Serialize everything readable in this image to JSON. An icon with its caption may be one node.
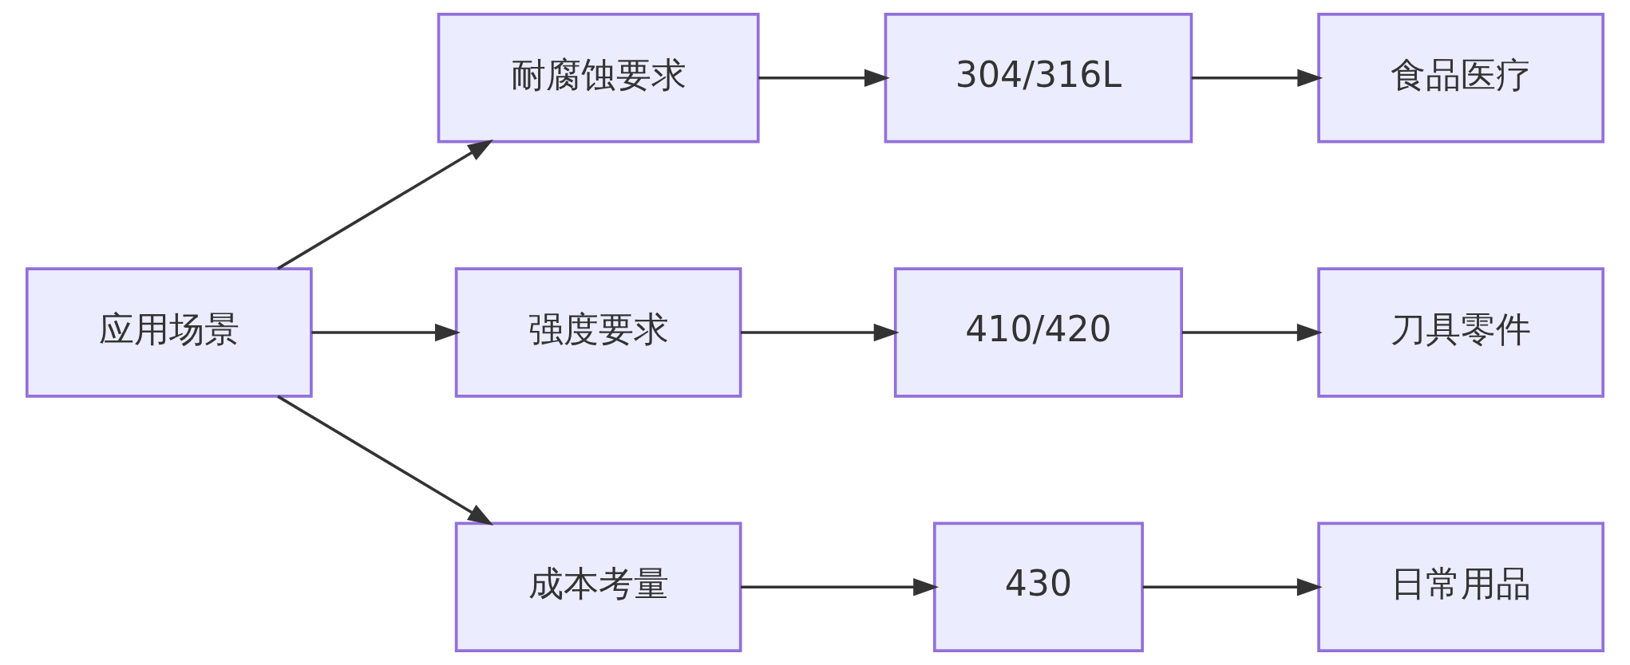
{
  "diagram": {
    "nodes": [
      {
        "text": [
          "应用场景"
        ]
      },
      {
        "text": [
          "耐腐蚀要求"
        ]
      },
      {
        "text": [
          "强度要求"
        ]
      },
      {
        "text": [
          "成本考量"
        ]
      },
      {
        "text": [
          "304/316L"
        ]
      },
      {
        "text": [
          "410/420"
        ]
      },
      {
        "text": [
          "430"
        ]
      },
      {
        "text": [
          "食品医疗"
        ]
      },
      {
        "text": [
          "刀具零件"
        ]
      },
      {
        "text": [
          "日常用品"
        ]
      }
    ],
    "edges": [
      {
        "from": 0,
        "to": 1,
        "arrow": "to"
      },
      {
        "from": 0,
        "to": 2,
        "arrow": "to"
      },
      {
        "from": 0,
        "to": 3,
        "arrow": "to"
      },
      {
        "from": 1,
        "to": 4,
        "arrow": "to"
      },
      {
        "from": 2,
        "to": 5,
        "arrow": "to"
      },
      {
        "from": 3,
        "to": 6,
        "arrow": "to"
      },
      {
        "from": 4,
        "to": 7,
        "arrow": "to"
      },
      {
        "from": 5,
        "to": 8,
        "arrow": "to"
      },
      {
        "from": 6,
        "to": 9,
        "arrow": "to"
      }
    ]
  }
}
